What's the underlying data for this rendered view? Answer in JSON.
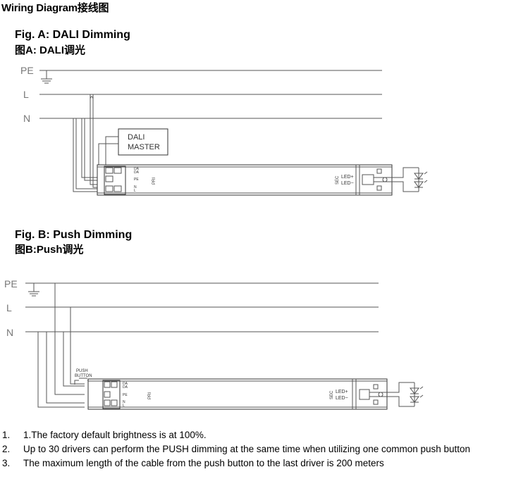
{
  "page_title": "Wiring Diagram接线图",
  "fig_a": {
    "title": "Fig. A: DALI Dimming",
    "subtitle": "图A: DALI调光",
    "line_pe": "PE",
    "line_l": "L",
    "line_n": "N",
    "master_line1": "DALI",
    "master_line2": "MASTER",
    "term_da1": "DA",
    "term_da2": "DA",
    "term_pe": "PE",
    "term_n": "N",
    "term_l": "L",
    "pri": "PRI",
    "sec": "SEC",
    "led_plus": "LED+",
    "led_minus": "LED−"
  },
  "fig_b": {
    "title": "Fig. B:  Push Dimming",
    "subtitle": "图B:Push调光",
    "line_pe": "PE",
    "line_l": "L",
    "line_n": "N",
    "push_line1": "PUSH",
    "push_line2": "BUTTON",
    "term_da1": "DA",
    "term_da2": "DA",
    "term_pe": "PE",
    "term_n": "N",
    "term_l": "L",
    "pri": "PRI",
    "sec": "SEC",
    "led_plus": "LED+",
    "led_minus": "LED−"
  },
  "notes": [
    {
      "num": "1.",
      "text": "1.The factory default brightness is at 100%."
    },
    {
      "num": "2.",
      "text": "Up to 30 drivers can perform the PUSH dimming at the same time when utilizing one common push button"
    },
    {
      "num": "3.",
      "text": "The maximum length of the cable from the push button to the last driver is 200 meters"
    }
  ]
}
